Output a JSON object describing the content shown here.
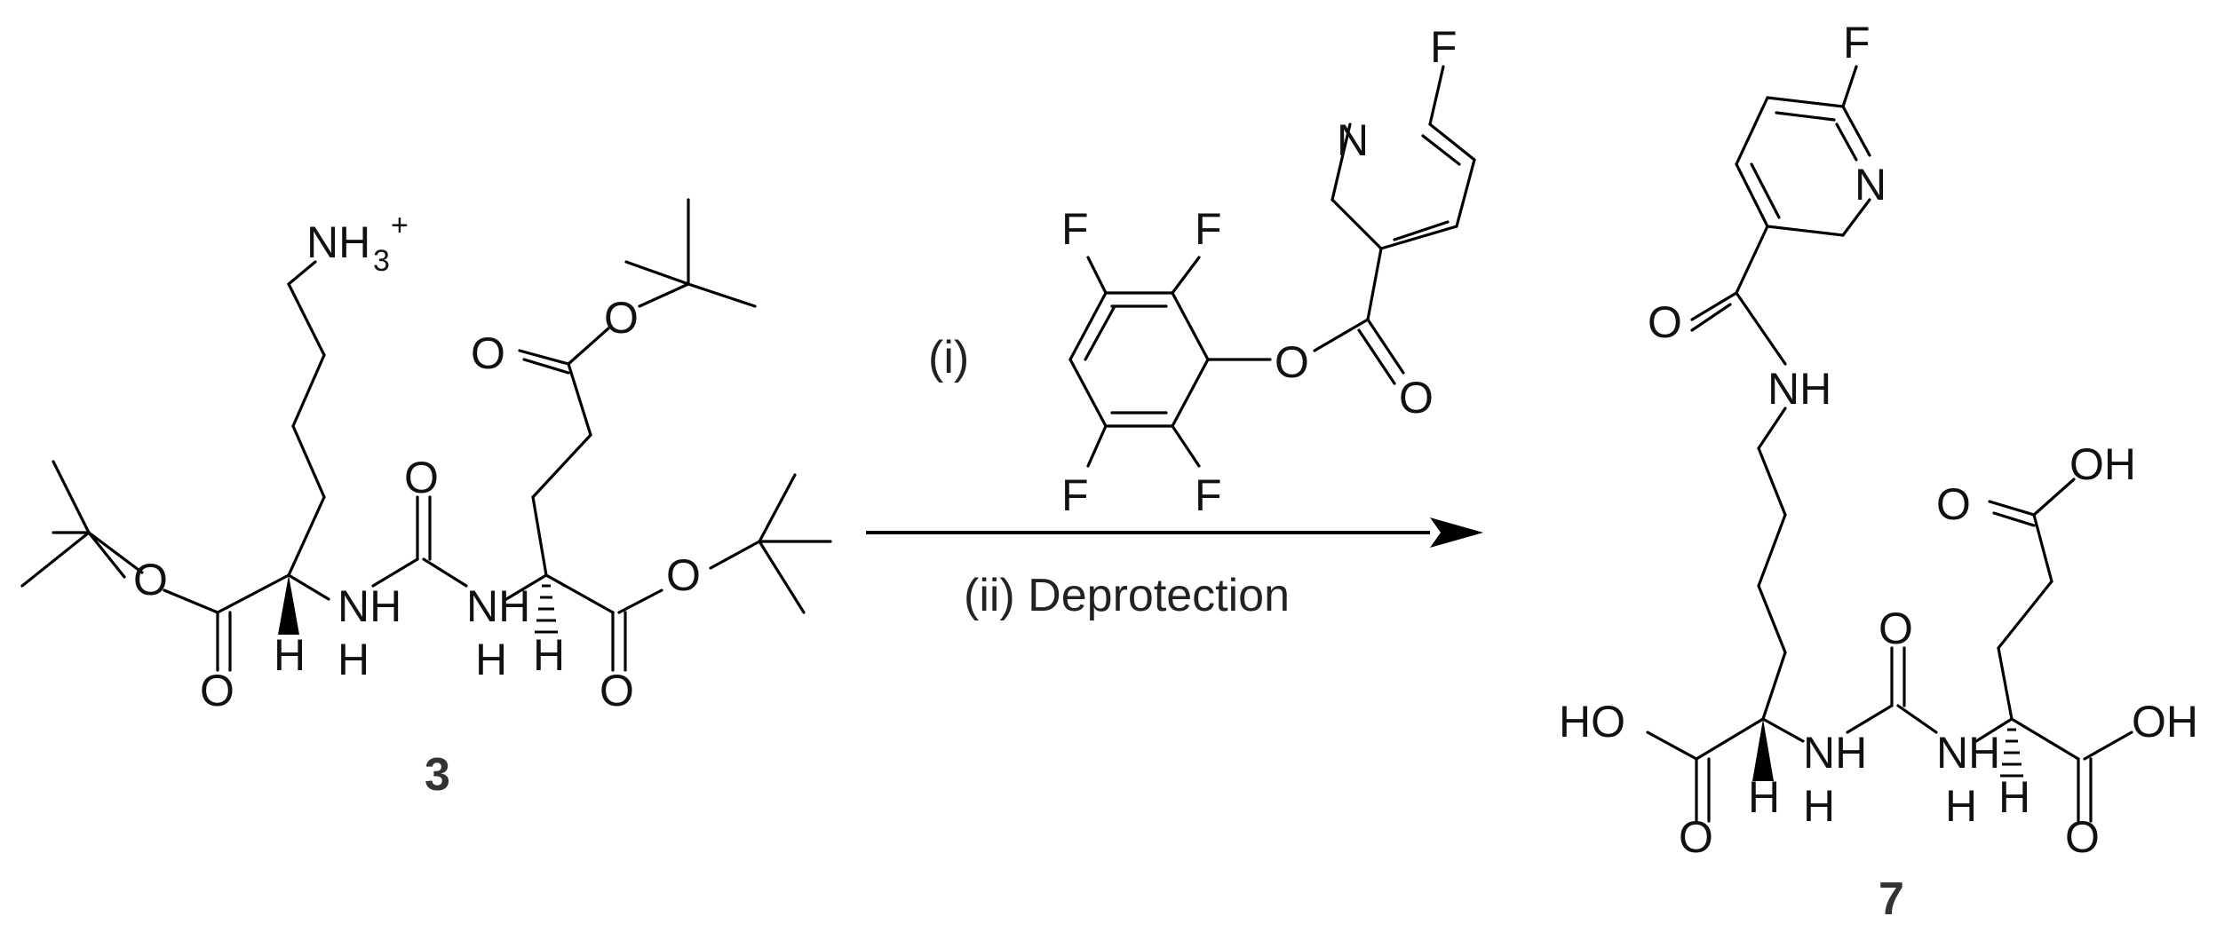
{
  "compounds": {
    "reactant": {
      "number": "3",
      "atoms": {
        "ammonium": "NH",
        "ammonium_sub": "3",
        "ammonium_charge": "+",
        "nh": "NH",
        "h": "H",
        "o": "O"
      }
    },
    "product": {
      "number": "7",
      "atoms": {
        "f": "F",
        "n": "N",
        "o": "O",
        "nh": "NH",
        "oh": "OH",
        "ho": "HO",
        "h": "H"
      }
    }
  },
  "reagent": {
    "step1_label": "(i)",
    "step2_label": "(ii) Deprotection",
    "atoms": {
      "f": "F",
      "n": "N",
      "o": "O"
    }
  },
  "colors": {
    "ink": "#000000",
    "label_gray": "#333333"
  }
}
